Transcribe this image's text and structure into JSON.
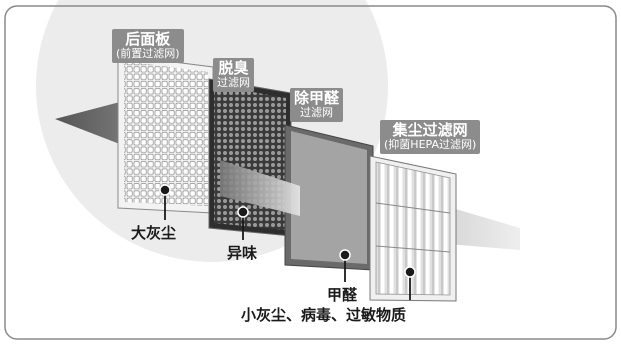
{
  "layers": [
    {
      "id": "rear-panel",
      "title": "后面板",
      "subtitle": "(前置过滤网)",
      "captures": [
        "大灰尘"
      ]
    },
    {
      "id": "deodorize",
      "title": "脱臭",
      "subtitle": "过滤网",
      "captures": [
        "异味"
      ]
    },
    {
      "id": "formaldehyde",
      "title": "除甲醛",
      "subtitle": "过滤网",
      "captures": []
    },
    {
      "id": "hepa",
      "title": "集尘过滤网",
      "subtitle": "(抑菌HEPA过滤网)",
      "captures": [
        "甲醛",
        "小灰尘、病毒、过敏物质"
      ]
    }
  ],
  "colors": {
    "tag_bg": "#8c8c8c",
    "tag_text": "#ffffff",
    "background_circle": "#ededed",
    "frame": "#8a8a8a"
  }
}
